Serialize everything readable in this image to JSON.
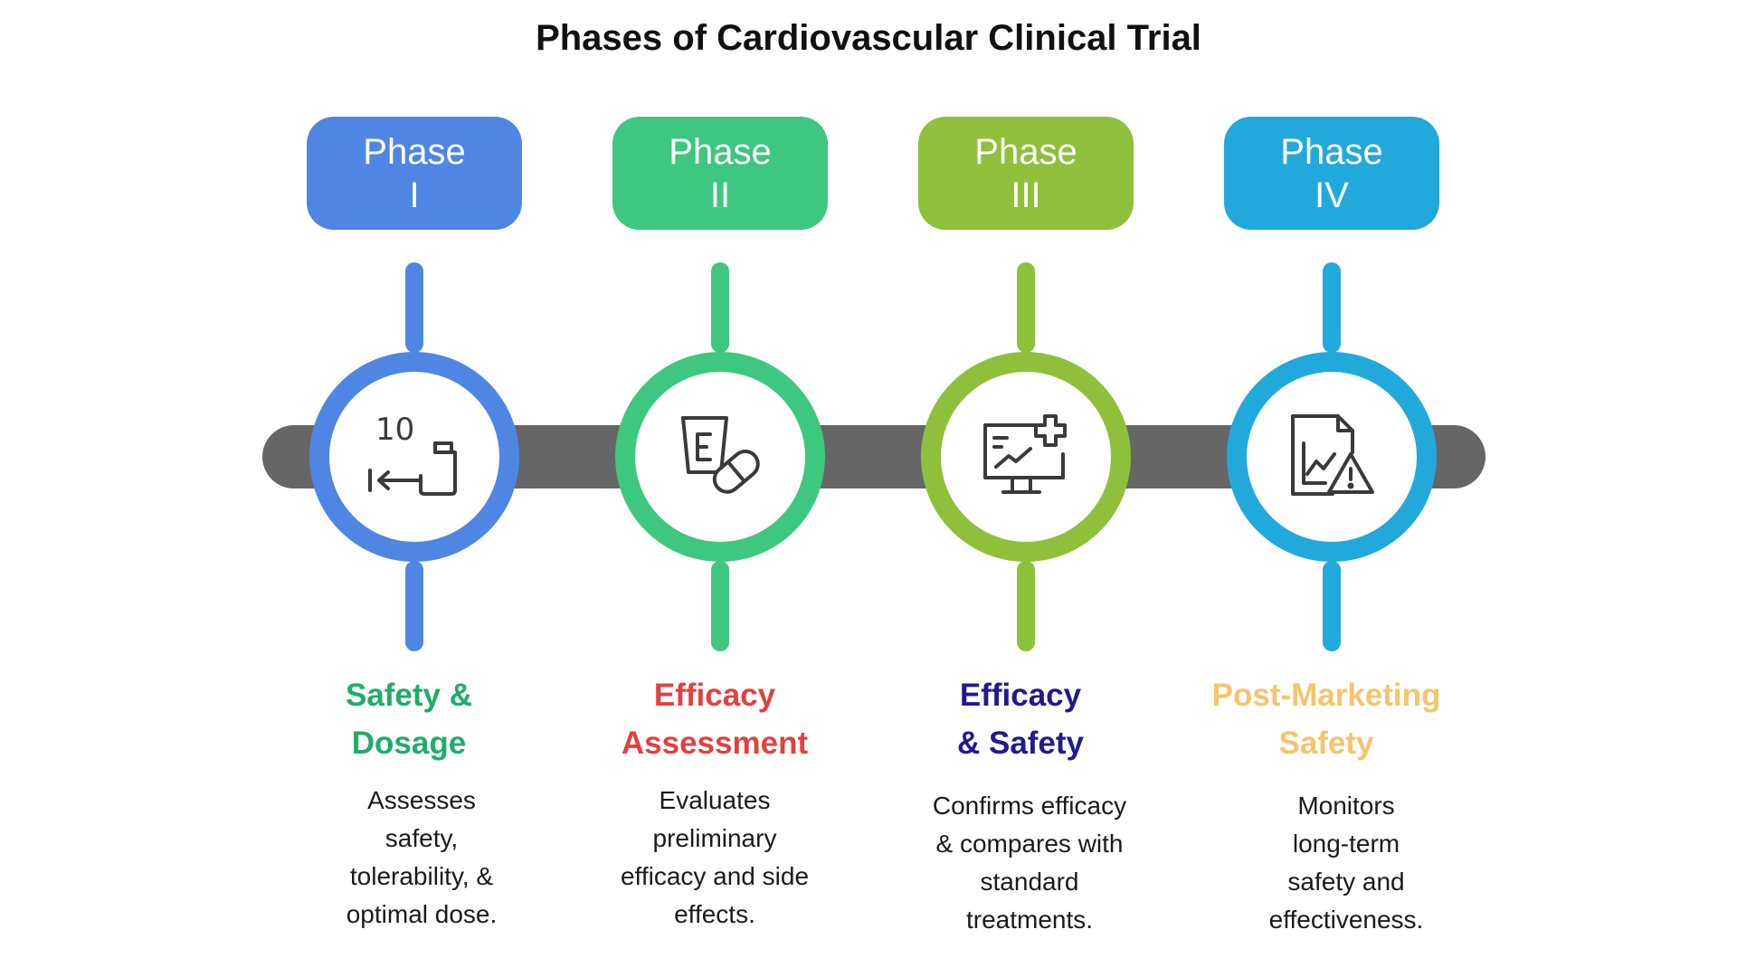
{
  "title": "Phases of Cardiovascular Clinical Trial",
  "phases": [
    {
      "label_line1": "Phase",
      "label_line2": "I",
      "color": "#4f86e4",
      "heading_line1": "Safety &",
      "heading_line2": "Dosage",
      "heading_color": "#1fad66",
      "desc_lines": [
        "Assesses",
        "safety,",
        "tolerability, &",
        "optimal dose."
      ],
      "icon": "dose-transfer-icon",
      "icon_number": "10"
    },
    {
      "label_line1": "Phase",
      "label_line2": "II",
      "color": "#3ec77f",
      "heading_line1": "Efficacy",
      "heading_line2": "Assessment",
      "heading_color": "#e2403f",
      "desc_lines": [
        "Evaluates",
        "preliminary",
        "efficacy and side",
        "effects."
      ],
      "icon": "cup-and-pill-icon"
    },
    {
      "label_line1": "Phase",
      "label_line2": "III",
      "color": "#8fc03c",
      "heading_line1": "Efficacy",
      "heading_line2": "& Safety",
      "heading_color": "#1f1a8f",
      "desc_lines": [
        "Confirms efficacy",
        "& compares with",
        "standard",
        "treatments."
      ],
      "icon": "monitor-chart-plus-icon"
    },
    {
      "label_line1": "Phase",
      "label_line2": "IV",
      "color": "#22a9dc",
      "heading_line1": "Post-Marketing",
      "heading_line2": "Safety",
      "heading_color": "#f5c56b",
      "desc_lines": [
        "Monitors",
        "long-term",
        "safety and",
        "effectiveness."
      ],
      "icon": "report-warning-icon"
    }
  ]
}
